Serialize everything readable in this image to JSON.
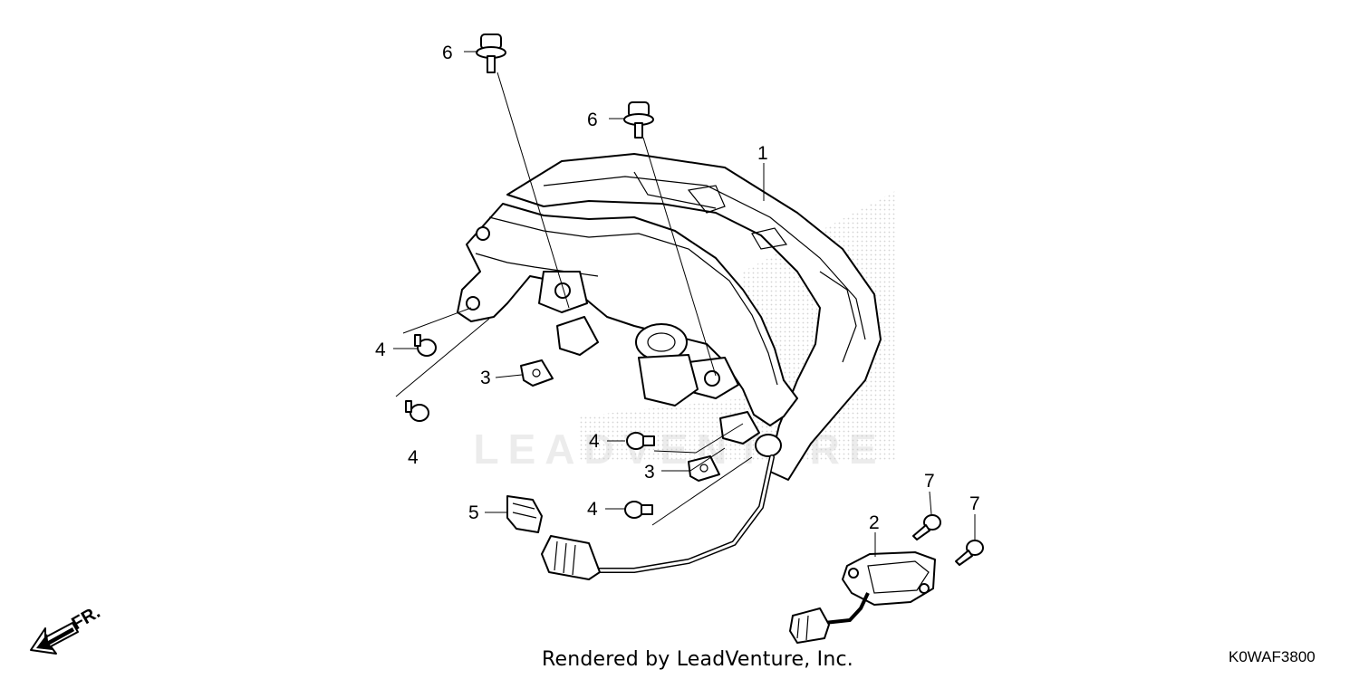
{
  "diagram": {
    "callouts": {
      "c1": "1",
      "c2": "2",
      "c3a": "3",
      "c3b": "3",
      "c4a": "4",
      "c4b": "4",
      "c4c": "4",
      "c4d": "4",
      "c5": "5",
      "c6a": "6",
      "c6b": "6",
      "c7a": "7",
      "c7b": "7"
    },
    "direction_label": "FR.",
    "watermark": "LEADVENTURE",
    "credit": "Rendered by LeadVenture, Inc.",
    "code": "K0WAF3800"
  }
}
